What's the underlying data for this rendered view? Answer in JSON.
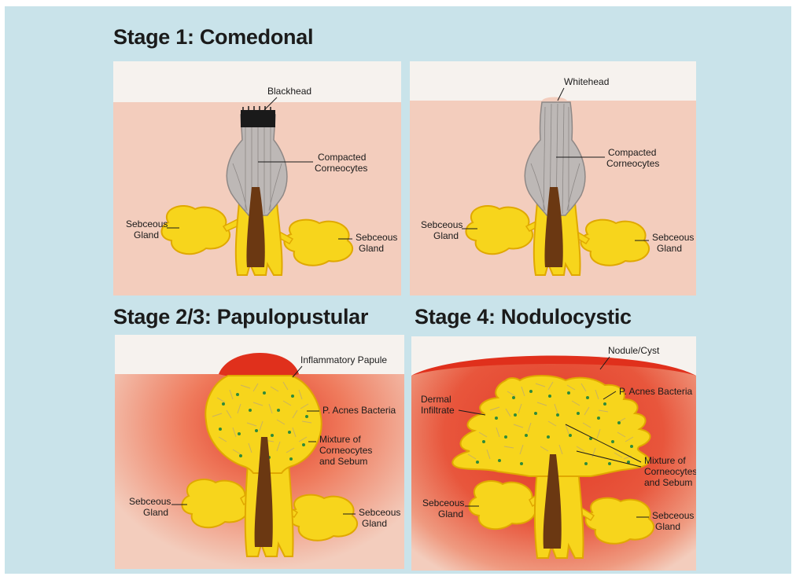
{
  "stages": [
    {
      "title": "Stage 1: Comedonal",
      "labels": {
        "top": "Blackhead",
        "corneo_1": "Compacted",
        "corneo_2": "Corneocytes",
        "gland_left_1": "Sebceous",
        "gland_left_2": "Gland",
        "gland_right_1": "Sebceous",
        "gland_right_2": "Gland"
      }
    },
    {
      "title": "",
      "labels": {
        "top": "Whitehead",
        "corneo_1": "Compacted",
        "corneo_2": "Corneocytes",
        "gland_left_1": "Sebceous",
        "gland_left_2": "Gland",
        "gland_right_1": "Sebceous",
        "gland_right_2": "Gland"
      }
    },
    {
      "title": "Stage 2/3: Papulopustular",
      "labels": {
        "top": "Inflammatory Papule",
        "bacteria": "P. Acnes Bacteria",
        "mix_1": "Mixture of",
        "mix_2": "Corneocytes",
        "mix_3": "and Sebum",
        "gland_left_1": "Sebceous",
        "gland_left_2": "Gland",
        "gland_right_1": "Sebceous",
        "gland_right_2": "Gland"
      }
    },
    {
      "title": "Stage 4: Nodulocystic",
      "labels": {
        "top": "Nodule/Cyst",
        "bacteria": "P. Acnes Bacteria",
        "infiltrate_1": "Dermal",
        "infiltrate_2": "Infiltrate",
        "mix_1": "Mixture of",
        "mix_2": "Corneocytes",
        "mix_3": "and Sebum",
        "gland_left_1": "Sebceous",
        "gland_left_2": "Gland",
        "gland_right_1": "Sebceous",
        "gland_right_2": "Gland"
      }
    }
  ],
  "colors": {
    "background": "#c9e3ea",
    "epidermis": "#f6f2ee",
    "dermis": "#f3cdbd",
    "sebum": "#f7d51c",
    "gland_outline": "#e0a800",
    "hair": "#6b3812",
    "corneocytes": "#a9a4a3",
    "inflammation": "#e23a26",
    "bacteria": "#2e8b3a"
  }
}
